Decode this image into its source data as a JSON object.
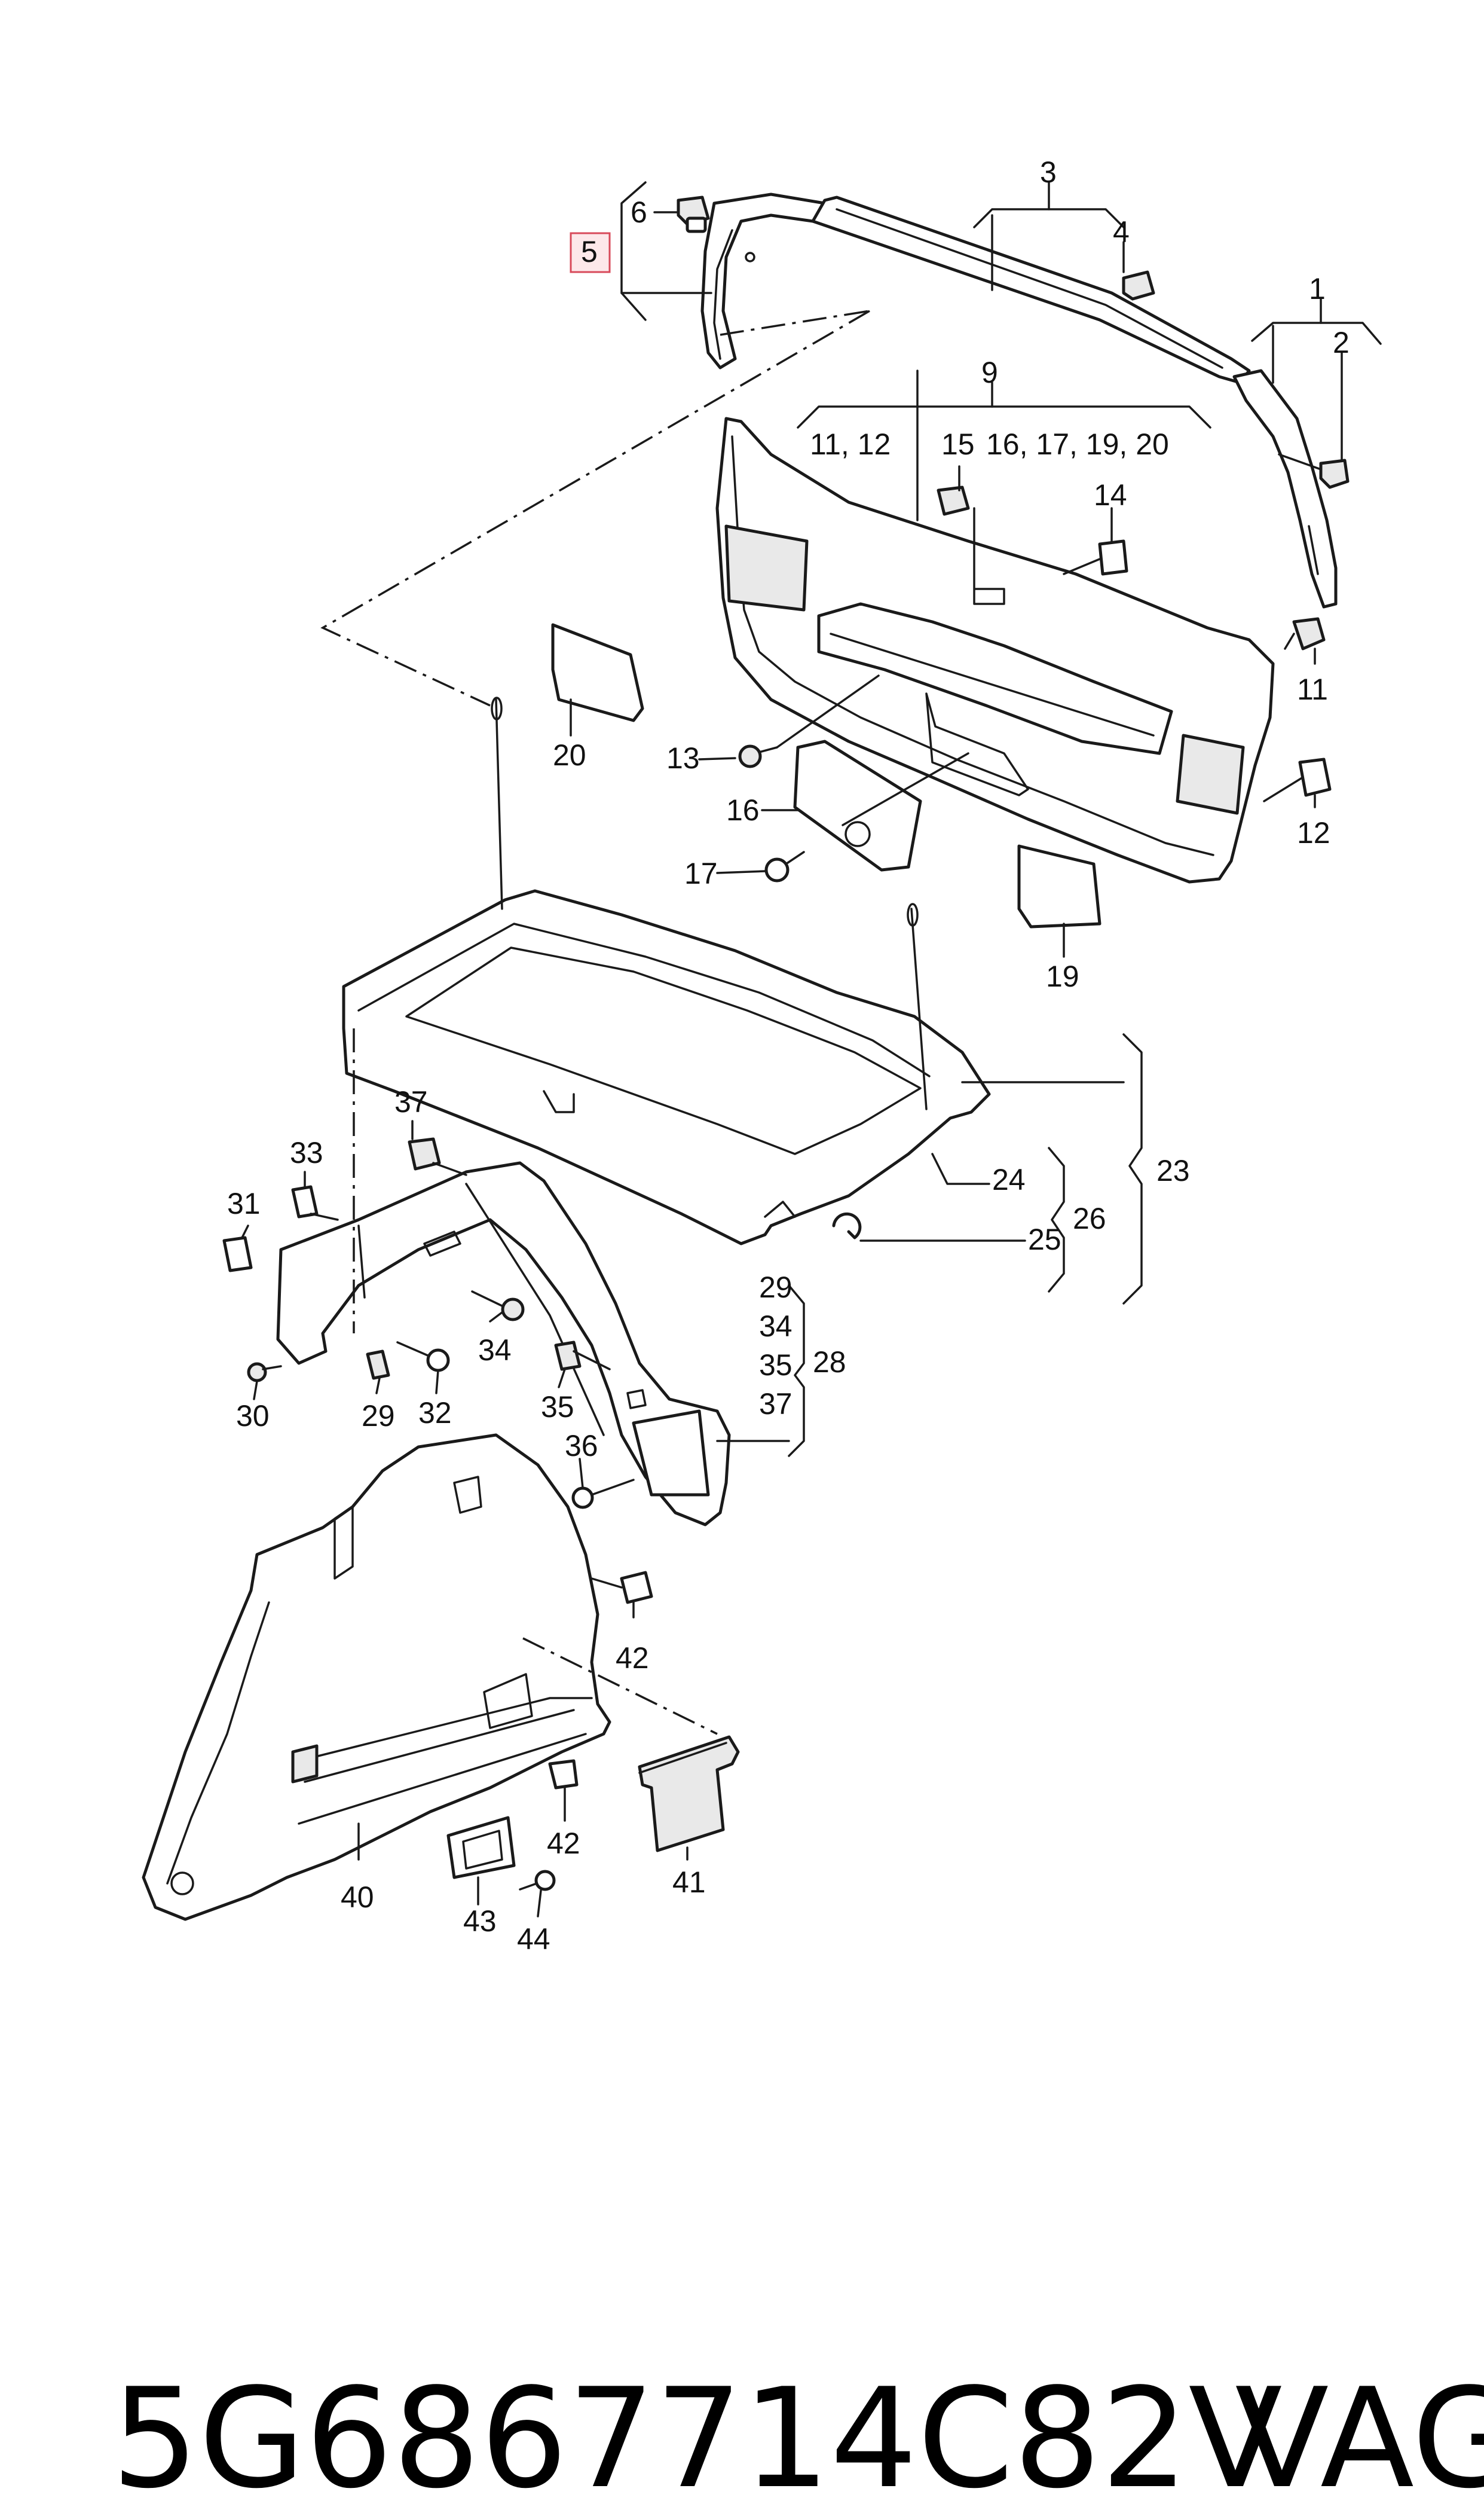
{
  "callouts": {
    "c1": "1",
    "c2": "2",
    "c3": "3",
    "c4": "4",
    "c5": "5",
    "c6": "6",
    "c9": "9",
    "c9_sub_a": "11, 12",
    "c9_sub_b": "15",
    "c9_sub_c": "16, 17, 19, 20",
    "c11": "11",
    "c12": "12",
    "c13": "13",
    "c14": "14",
    "c16": "16",
    "c17": "17",
    "c19": "19",
    "c20": "20",
    "c23": "23",
    "c24": "24",
    "c25": "25",
    "c26": "26",
    "c28": "28",
    "c28_a": "29",
    "c28_b": "34",
    "c28_c": "35",
    "c28_d": "37",
    "c29": "29",
    "c30": "30",
    "c31": "31",
    "c32": "32",
    "c33": "33",
    "c34": "34",
    "c35": "35",
    "c36": "36",
    "c37": "37",
    "c40": "40",
    "c41": "41",
    "c42a": "42",
    "c42b": "42",
    "c43": "43",
    "c44": "44"
  },
  "footer": {
    "part_number": "5G6867714C82V",
    "brand": "VAG"
  },
  "colors": {
    "line": "#1a1a1a",
    "highlight_fill": "#fde8ea",
    "highlight_stroke": "#d84a5a"
  }
}
